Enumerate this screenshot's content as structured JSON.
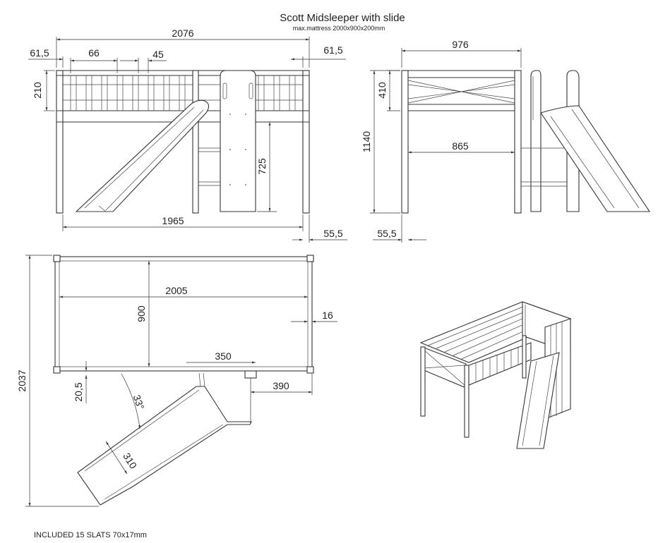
{
  "title": "Scott Midsleeper with slide",
  "subtitle": "max.mattress 2000x900x200mm",
  "footer_note": "INCLUDED 15 SLATS  70x17mm",
  "front_view": {
    "overall_width": "2076",
    "left_post": "61,5",
    "right_post": "61,5",
    "slat_width": "66",
    "slat_gap": "45",
    "rail_height": "210",
    "ladder_height": "725",
    "base_length": "1965",
    "base_offset": "55,5"
  },
  "side_view": {
    "overall_width": "976",
    "rail_height": "410",
    "overall_height": "1140",
    "inner_width": "865",
    "base_offset": "55,5"
  },
  "plan_view": {
    "overall_length": "2037",
    "mattress_length": "2005",
    "mattress_width": "900",
    "edge_offset": "16",
    "ladder_offset": "350",
    "ladder_width": "390",
    "frame_offset": "20,5",
    "slide_angle": "33°",
    "slide_width": "310"
  }
}
